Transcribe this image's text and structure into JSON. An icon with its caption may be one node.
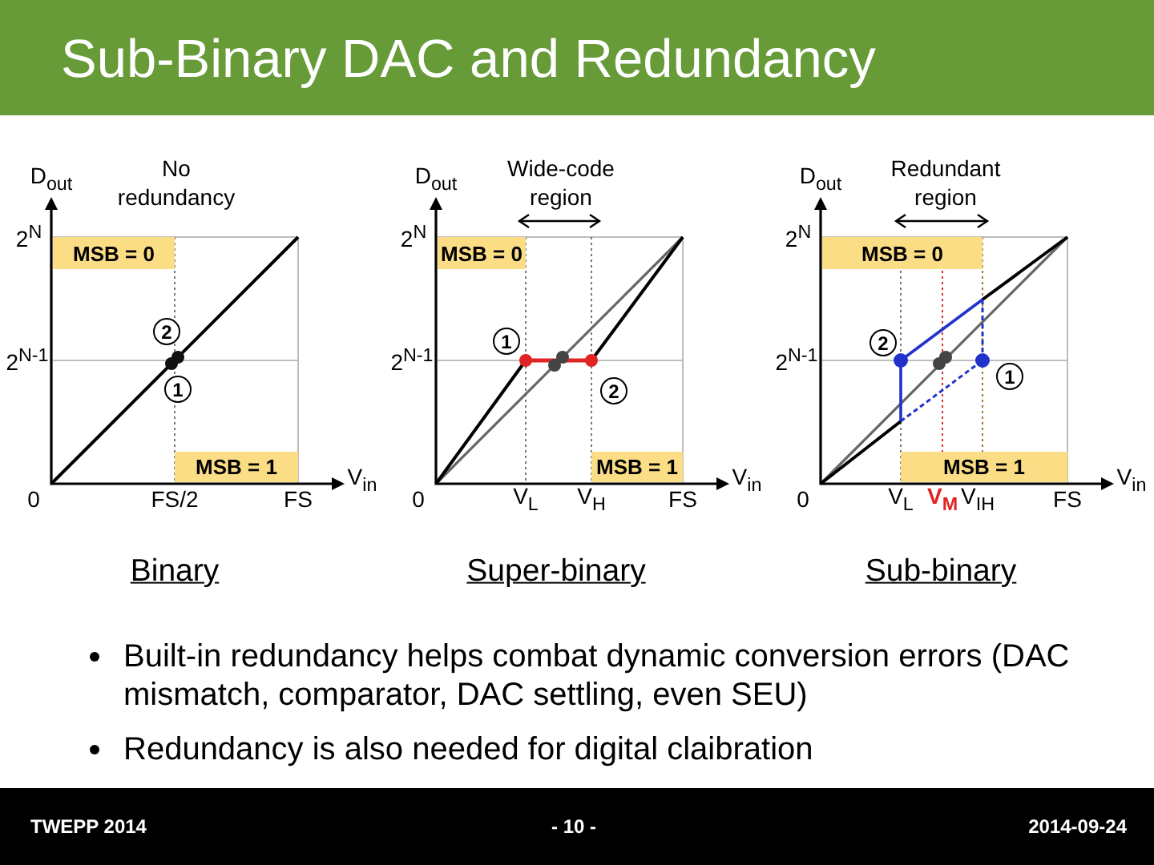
{
  "diagram": {
    "title": "Sub-Binary DAC and Redundancy",
    "nodes": [
      {
        "text": [
          "MSB = 0"
        ]
      },
      {
        "text": [
          "2"
        ]
      },
      {
        "text": [
          "1"
        ]
      },
      {
        "text": [
          "MSB = 1"
        ]
      },
      {
        "text": [
          "MSB = 0"
        ]
      },
      {
        "text": [
          "1"
        ]
      },
      {
        "text": [
          "2"
        ]
      },
      {
        "text": [
          "MSB = 1"
        ]
      },
      {
        "text": [
          "MSB = 0"
        ]
      },
      {
        "text": [
          "2"
        ]
      },
      {
        "text": [
          "1"
        ]
      },
      {
        "text": [
          "MSB = 1"
        ]
      }
    ],
    "labels": [
      "D$_{out}$",
      "No redundancy",
      "2$^{N}$",
      "2$^{N-1}$",
      "0",
      "FS/2",
      "FS",
      "V$_{in}$",
      "D$_{out}$",
      "Wide-code region",
      "2$^{N}$",
      "2$^{N-1}$",
      "0",
      "V$_{L}$",
      "V$_{H}$",
      "FS",
      "V$_{in}$",
      "D$_{out}$",
      "Redundant region",
      "2$^{N}$",
      "2$^{N-1}$",
      "0",
      "V$_{L}$",
      "V$_{M}$",
      "V$_{IH}$",
      "FS",
      "V$_{in}$",
      "Binary",
      "Super-binary",
      "Sub-binary",
      "Built-in redundancy helps combat dynamic conversion errors (DAC mismatch, comparator, DAC settling, even SEU)",
      "Redundancy is also needed for digital claibration",
      "TWEPP 2014",
      "- 10 -",
      "2014-09-24"
    ]
  }
}
